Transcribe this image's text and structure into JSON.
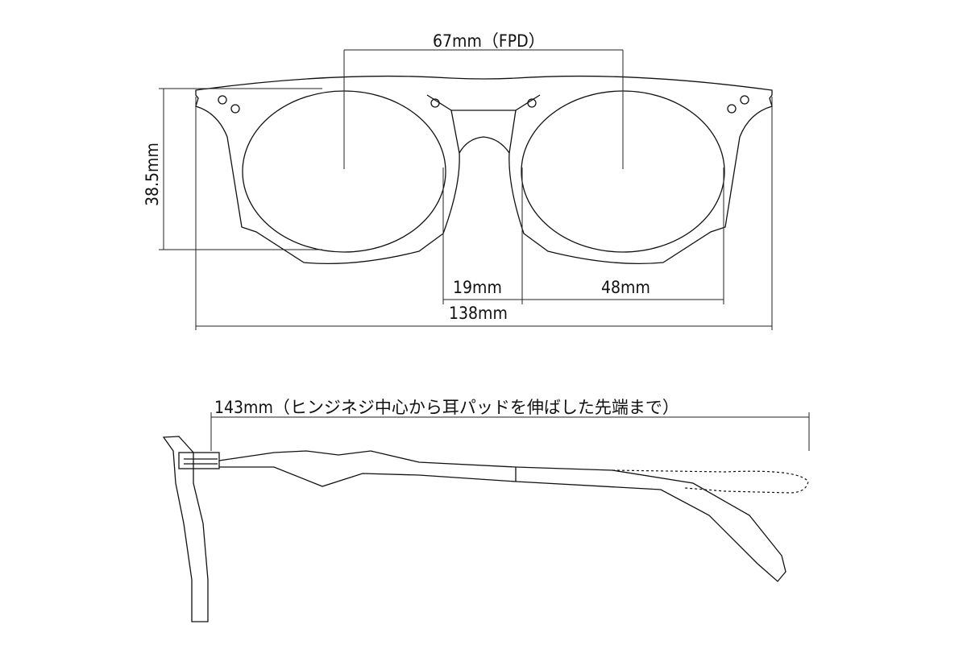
{
  "title": "Eyeglasses frame dimensions",
  "front_view": {
    "fpd_label": "67mm（FPD）",
    "lens_height_label": "38.5mm",
    "bridge_label": "19mm",
    "lens_width_label": "48mm",
    "total_width_label": "138mm"
  },
  "side_view": {
    "temple_length_label": "143mm（ヒンジネジ中心から耳パッドを伸ばした先端まで）"
  }
}
